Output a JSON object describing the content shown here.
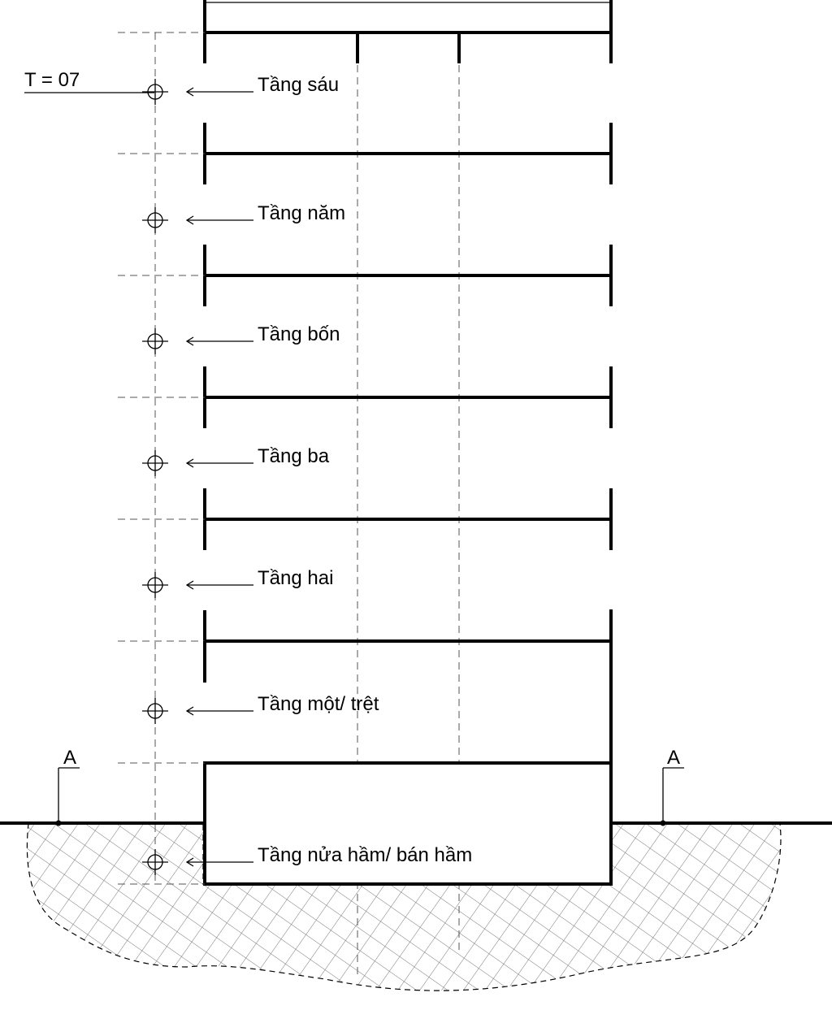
{
  "floors": [
    {
      "label": "Tầng sáu"
    },
    {
      "label": "Tầng năm"
    },
    {
      "label": "Tầng bốn"
    },
    {
      "label": "Tầng ba"
    },
    {
      "label": "Tầng hai"
    },
    {
      "label": "Tầng một/ trệt"
    },
    {
      "label": "Tầng nửa hầm/ bán hầm"
    }
  ],
  "floor_count_label": "T = 07",
  "section_markers": {
    "left": "A",
    "right": "A"
  },
  "colors": {
    "line": "#000000",
    "hatch": "#777777"
  }
}
